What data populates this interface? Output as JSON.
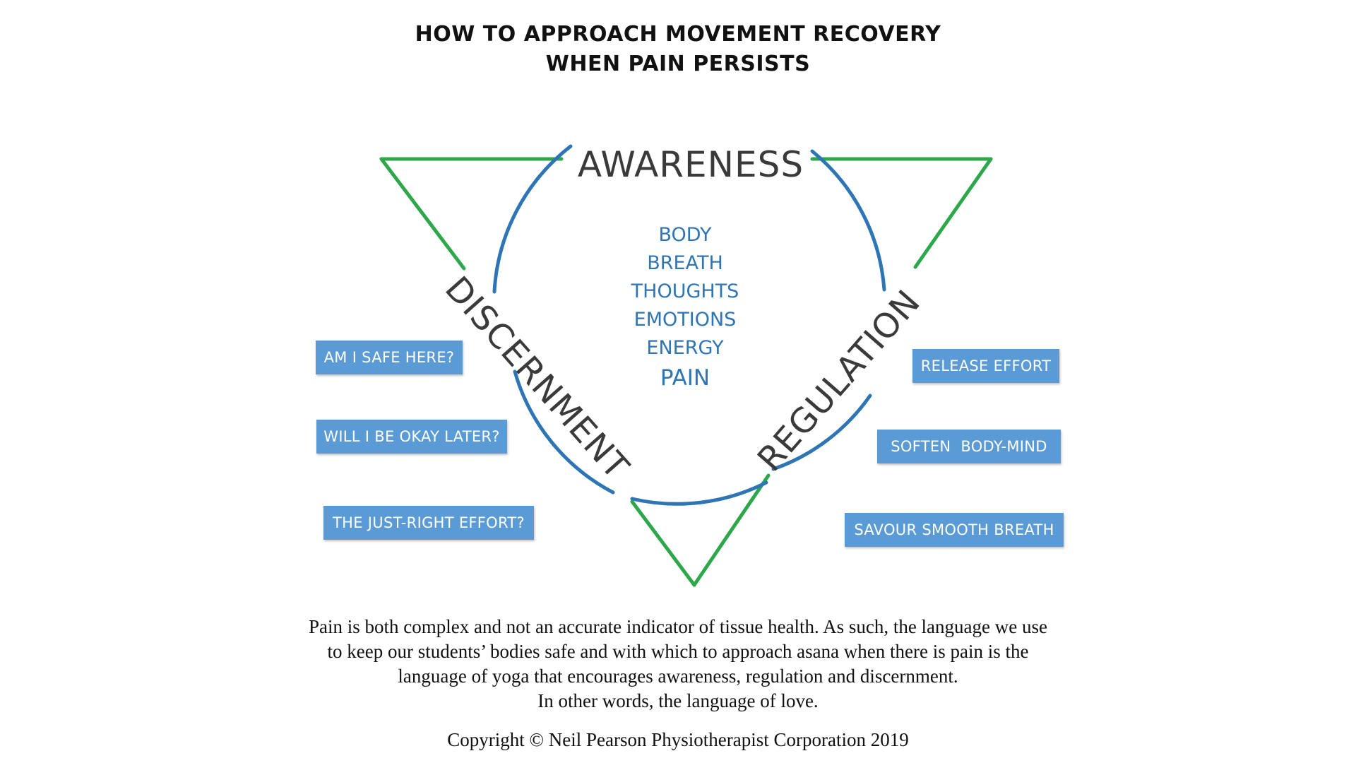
{
  "title": {
    "line1": "HOW TO APPROACH MOVEMENT RECOVERY",
    "line2": "WHEN PAIN PERSISTS"
  },
  "labels": {
    "awareness": "AWARENESS",
    "discernment": "DISCERNMENT",
    "regulation": "REGULATION"
  },
  "awareness_items": [
    "BODY",
    "BREATH",
    "THOUGHTS",
    "EMOTIONS",
    "ENERGY",
    "PAIN"
  ],
  "discernment_boxes": [
    "AM I SAFE HERE?",
    "WILL I BE OKAY LATER?",
    "THE JUST-RIGHT EFFORT?"
  ],
  "regulation_boxes": [
    "RELEASE EFFORT",
    "SOFTEN  BODY-MIND",
    "SAVOUR SMOOTH BREATH"
  ],
  "body_text": [
    "Pain is both complex and not an accurate indicator of tissue health. As such, the language we use",
    "to keep our students’ bodies safe and with which to approach asana when there is pain is the",
    "language of yoga that encourages awareness, regulation and discernment.",
    "In other words, the language of love."
  ],
  "copyright": "Copyright © Neil Pearson Physiotherapist Corporation 2019",
  "colors": {
    "triangle": "#2ca84a",
    "circle": "#2e75b6",
    "box_fill": "#5b9bd5",
    "label_text": "#3a3a3a"
  }
}
